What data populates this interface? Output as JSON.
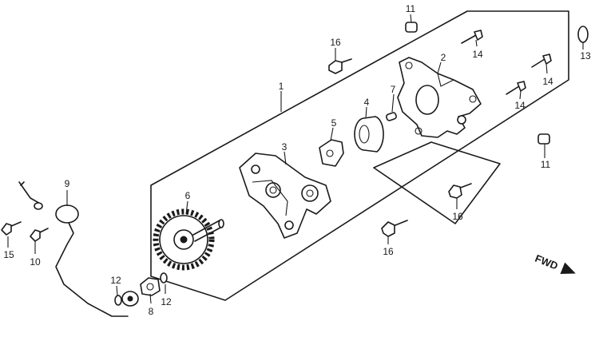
{
  "callouts": {
    "c1": "1",
    "c2": "2",
    "c3": "3",
    "c4": "4",
    "c5": "5",
    "c6": "6",
    "c7": "7",
    "c8": "8",
    "c9": "9",
    "c10": "10",
    "c11a": "11",
    "c11b": "11",
    "c12a": "12",
    "c12b": "12",
    "c13": "13",
    "c14a": "14",
    "c14b": "14",
    "c14c": "14",
    "c15": "15",
    "c16a": "16",
    "c16b": "16",
    "c16c": "16"
  },
  "direction_marker": "FWD"
}
